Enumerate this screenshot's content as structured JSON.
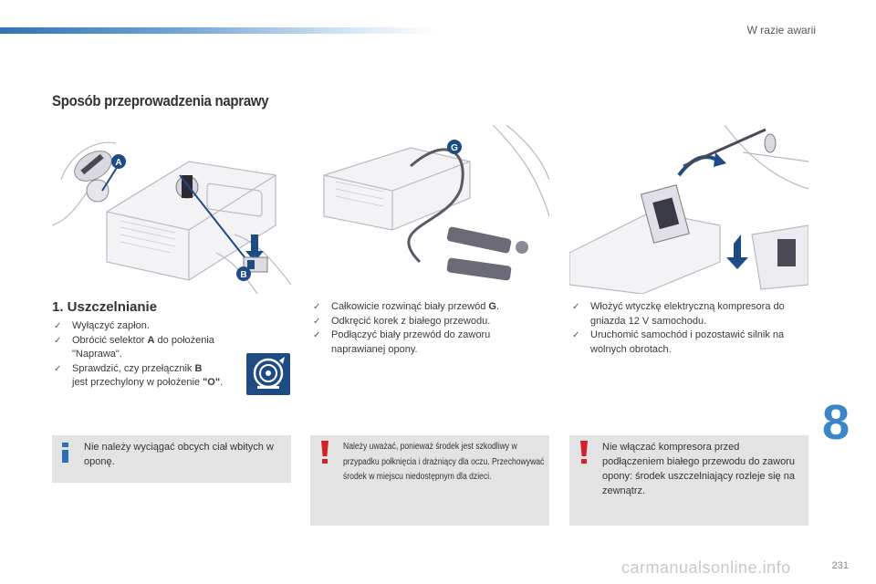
{
  "header": {
    "section": "W razie awarii"
  },
  "title": "Sposób przeprowadzenia naprawy",
  "step": {
    "heading": "1. Uszczelnianie"
  },
  "columns": {
    "col1": [
      {
        "text": "Wyłączyć zapłon."
      },
      {
        "before": "Obrócić selektor ",
        "key": "A",
        "after": " do położenia \"Naprawa\"."
      },
      {
        "before": "Sprawdzić, czy przełącznik ",
        "key": "B",
        "mid": " jest przechylony w położenie ",
        "key2": "\"O\"",
        "after": "."
      }
    ],
    "col2": [
      {
        "before": "Całkowicie rozwinąć biały przewód ",
        "key": "G",
        "after": "."
      },
      {
        "text": "Odkręcić korek z białego przewodu."
      },
      {
        "text": "Podłączyć biały przewód do zaworu naprawianej opony."
      }
    ],
    "col3": [
      {
        "text": "Włożyć wtyczkę elektryczną kompresora do gniazda 12 V samochodu."
      },
      {
        "text": "Uruchomić samochód i pozostawić silnik na wolnych obrotach."
      }
    ]
  },
  "bullet_mark": "",
  "notes": {
    "info": "Nie należy wyciągać obcych ciał wbitych w oponę.",
    "warn1": "Należy uważać, ponieważ środek jest szkodliwy w przypadku połknięcia i drażniący dla oczu. Przechowywać środek w miejscu niedostępnym dla dzieci.",
    "warn2": "Nie włączać kompresora przed podłączeniem białego przewodu do zaworu opony: środek uszczelniający rozleje się na zewnątrz."
  },
  "illustrations": {
    "labels": {
      "a": "A",
      "b": "B",
      "g": "G"
    }
  },
  "chapter": "8",
  "page_number": "231",
  "watermark": "carmanualsonline.info",
  "colors": {
    "accent_blue": "#3b86c6",
    "navy": "#1e4b84",
    "warning_red": "#d4202a",
    "note_bg": "#e3e3e3"
  },
  "icons": {
    "bullet": "checkbox-bullet-icon",
    "info": "info-icon",
    "warning": "warning-icon",
    "mode": "compressor-mode-icon"
  }
}
